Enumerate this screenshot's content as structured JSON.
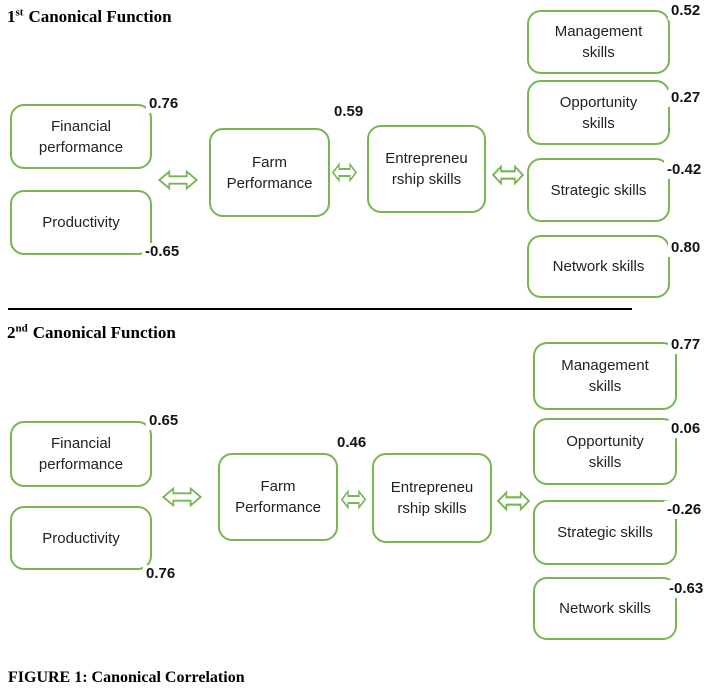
{
  "colors": {
    "shape_green": "#79b552",
    "divider_black": "#000000",
    "value_text": "#141414",
    "label_text": "#222222"
  },
  "functions": [
    {
      "title": {
        "num": "1",
        "sup": "st",
        "rest": "Canonical Function"
      },
      "left_boxes": [
        {
          "lines": [
            "Financial",
            "performance"
          ],
          "value": "0.76"
        },
        {
          "lines": [
            "Productivity"
          ],
          "value": "-0.65"
        }
      ],
      "farm": {
        "lines": [
          "Farm",
          "Performance"
        ]
      },
      "correlation": "0.59",
      "entrepreneurship": {
        "lines": [
          "Entrepreneu",
          "rship skills"
        ]
      },
      "skills": [
        {
          "lines": [
            "Management",
            "skills"
          ],
          "value": "0.52"
        },
        {
          "lines": [
            "Opportunity",
            "skills"
          ],
          "value": "0.27"
        },
        {
          "lines": [
            "Strategic skills"
          ],
          "value": "-0.42"
        },
        {
          "lines": [
            "Network skills"
          ],
          "value": "0.80"
        }
      ]
    },
    {
      "title": {
        "num": "2",
        "sup": "nd",
        "rest": "Canonical Function"
      },
      "left_boxes": [
        {
          "lines": [
            "Financial",
            "performance"
          ],
          "value": "0.65"
        },
        {
          "lines": [
            "Productivity"
          ],
          "value": "0.76"
        }
      ],
      "farm": {
        "lines": [
          "Farm",
          "Performance"
        ]
      },
      "correlation": "0.46",
      "entrepreneurship": {
        "lines": [
          "Entrepreneu",
          "rship skills"
        ]
      },
      "skills": [
        {
          "lines": [
            "Management",
            "skills"
          ],
          "value": "0.77"
        },
        {
          "lines": [
            "Opportunity",
            "skills"
          ],
          "value": "0.06"
        },
        {
          "lines": [
            "Strategic skills"
          ],
          "value": "-0.26"
        },
        {
          "lines": [
            "Network skills"
          ],
          "value": "-0.63"
        }
      ]
    }
  ],
  "caption": "FIGURE 1: Canonical Correlation"
}
